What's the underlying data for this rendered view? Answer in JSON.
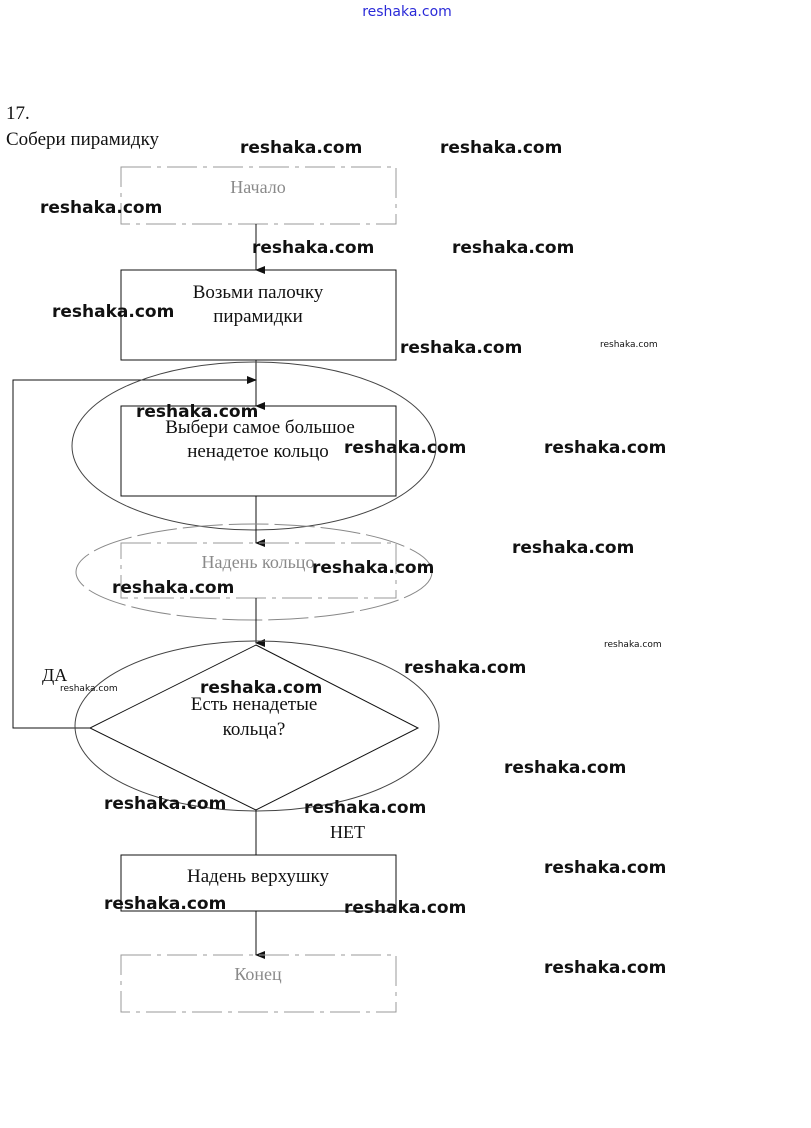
{
  "header": {
    "site": "reshaka.com"
  },
  "task": {
    "number": "17.",
    "title": "Собери пирамидку"
  },
  "flowchart": {
    "start": "Начало",
    "step1": [
      "Возьми палочку",
      "пирамидки"
    ],
    "step2": [
      "Выбери самое  большое",
      "ненадетое кольцо"
    ],
    "step3": "Надень кольцо",
    "decision": [
      "Есть ненадетые",
      "кольца?"
    ],
    "yes_label": "ДА",
    "no_label": "НЕТ",
    "step4": "Надень верхушку",
    "end": "Конец"
  },
  "watermark": "reshaka.com",
  "colors": {
    "watermark_top": "#2a2ad8",
    "line": "#111111",
    "faded": "#8a8a8a"
  }
}
